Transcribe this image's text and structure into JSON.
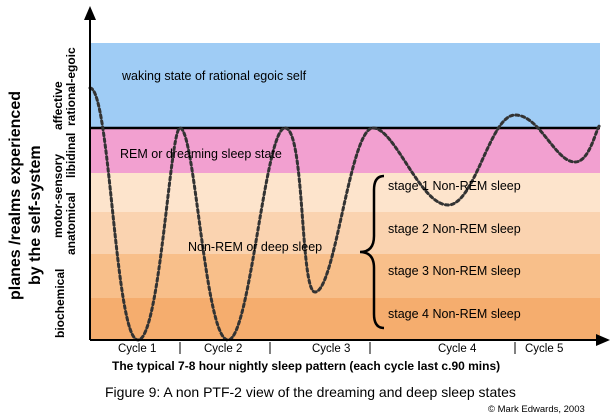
{
  "y_axis": {
    "title_line1": "planes /realms experienced",
    "title_line2": "by the  self-system"
  },
  "levels": [
    {
      "id": "rational",
      "label": "rational-egoic",
      "color": "#9fccf5"
    },
    {
      "id": "affective",
      "label": "affective",
      "color": "#9fccf5"
    },
    {
      "id": "libidinal",
      "label": "libidinal",
      "color": "#f2a0d0"
    },
    {
      "id": "motor",
      "label": "motor-sensory",
      "color": "#fbdcc0"
    },
    {
      "id": "anatomical",
      "label": "anatomical",
      "color": "#f7c9a1"
    },
    {
      "id": "biochemical",
      "label": "biochemical",
      "color": "#f5ae72"
    }
  ],
  "zones": {
    "waking": "waking state of rational egoic self",
    "rem": "REM or dreaming sleep state",
    "nrem": "Non-REM or deep sleep"
  },
  "stages": [
    "stage 1 Non-REM sleep",
    "stage 2 Non-REM sleep",
    "stage 3 Non-REM sleep",
    "stage 4 Non-REM sleep"
  ],
  "cycles": [
    "Cycle 1",
    "Cycle 2",
    "Cycle 3",
    "Cycle 4",
    "Cycle 5"
  ],
  "x_caption": "The typical 7-8 hour nightly sleep pattern (each cycle last c.90 mins)",
  "figure_caption": "Figure 9:  A non PTF-2 view of the dreaming and deep sleep states",
  "copyright": "© Mark Edwards, 2003"
}
